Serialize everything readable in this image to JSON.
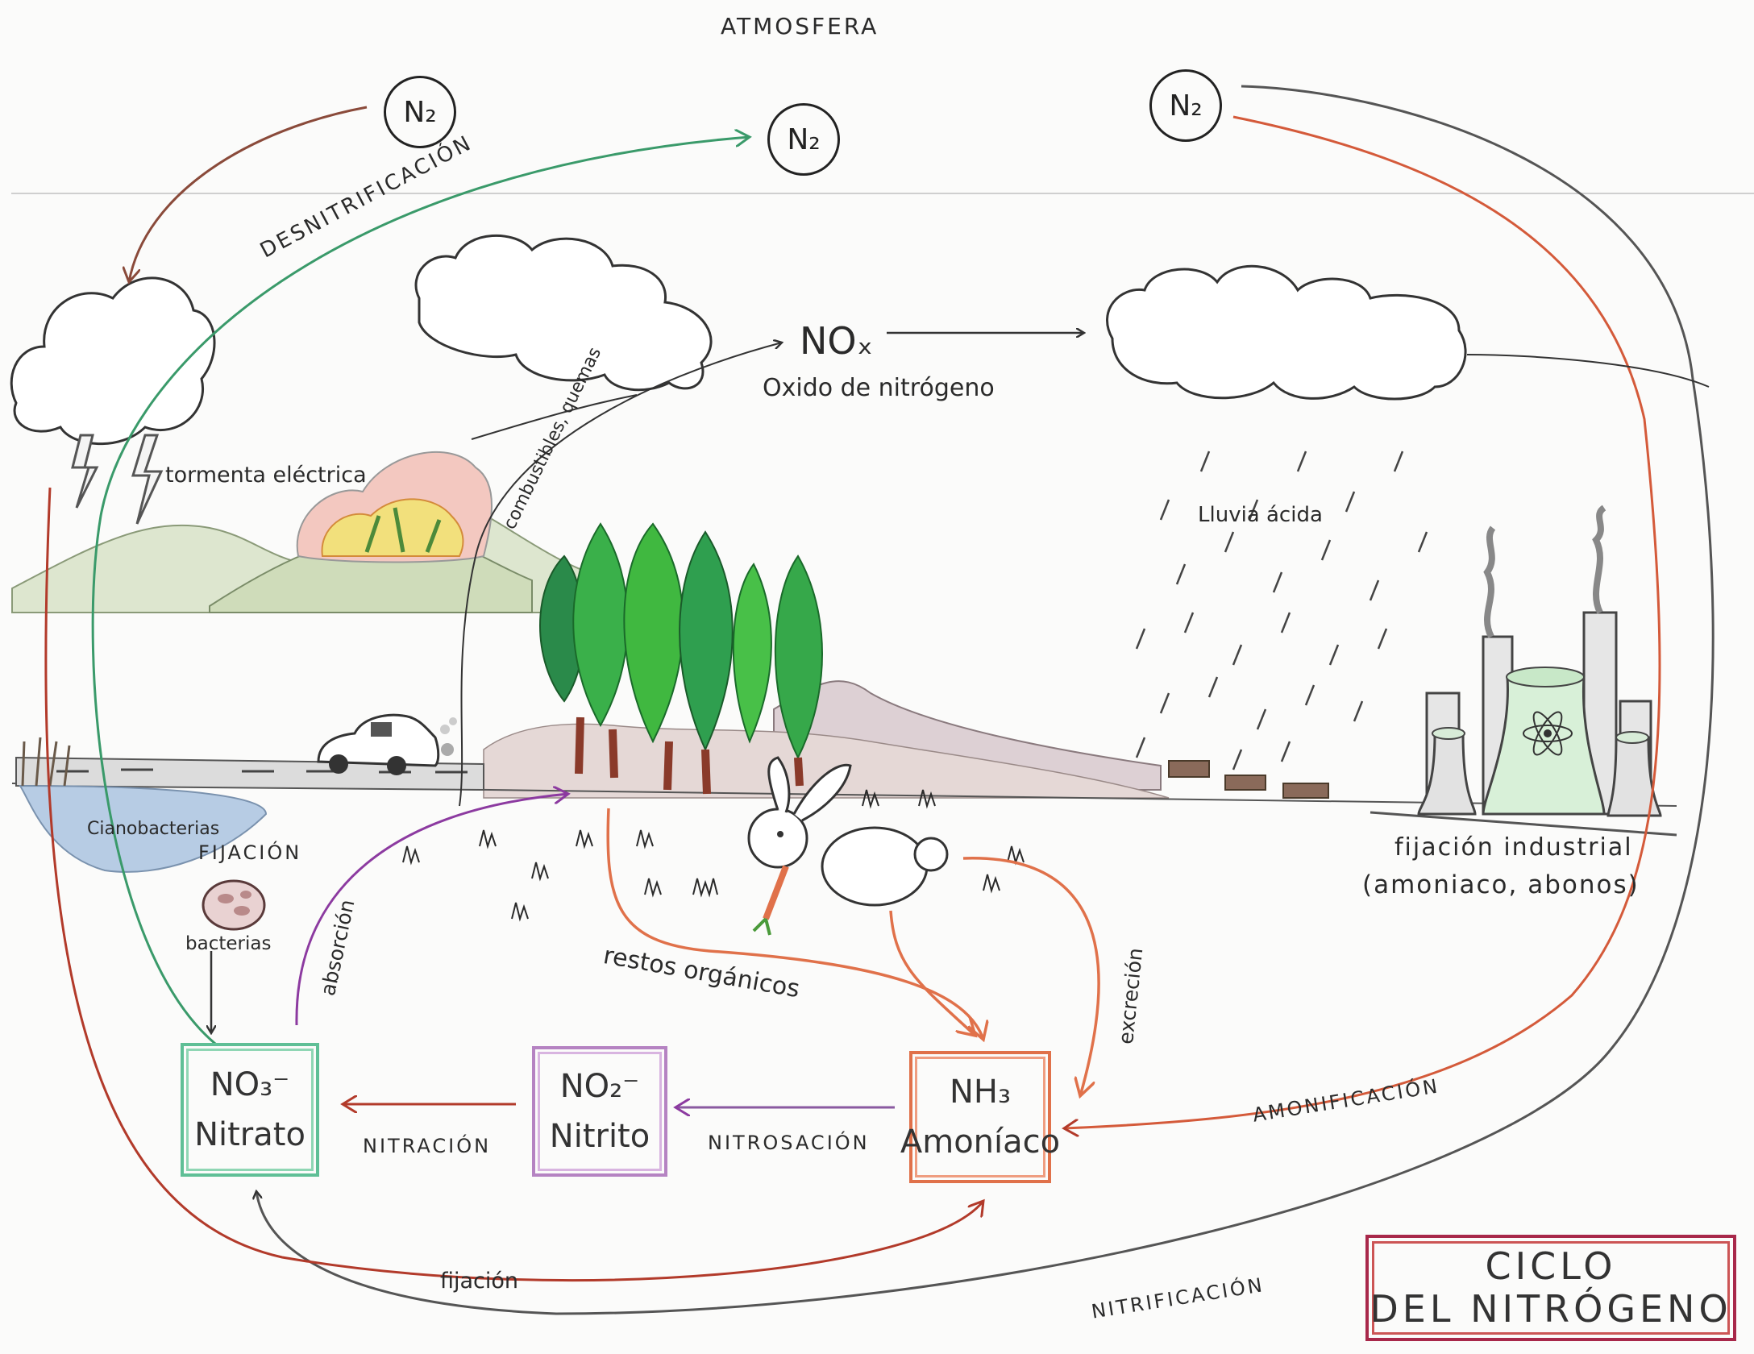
{
  "atmosphere_label": "ATMOSFERA",
  "n2_nodes": [
    {
      "formula": "N₂"
    },
    {
      "formula": "N₂"
    },
    {
      "formula": "N₂"
    }
  ],
  "nox": {
    "formula": "NOₓ",
    "name": "Oxido de nitrógeno"
  },
  "labels": {
    "desnitrificacion": "DESNITRIFICACIÓN",
    "tormenta": "tormenta eléctrica",
    "combustibles": "combustibles, quemas",
    "lluvia": "Lluvia ácida",
    "cianobacterias": "Cianobacterias",
    "fijacion_upper": "FIJACIÓN",
    "bacterias": "bacterias",
    "absorcion": "absorción",
    "restos": "restos orgánicos",
    "excrecion": "excreción",
    "industrial_1": "fijación industrial",
    "industrial_2": "(amoniaco, abonos)",
    "amonificacion": "AMONIFICACIÓN",
    "nitracion": "NITRACIÓN",
    "nitrosacion": "NITROSACIÓN",
    "fijacion_lower": "fijación",
    "nitrificacion": "NITRIFICACIÓN"
  },
  "compounds": {
    "nitrato": {
      "formula": "NO₃⁻",
      "name": "Nitrato",
      "color": "#5fbf96"
    },
    "nitrito": {
      "formula": "NO₂⁻",
      "name": "Nitrito",
      "color": "#b583c2"
    },
    "amoniaco": {
      "formula": "NH₃",
      "name": "Amoníaco",
      "color": "#e0714a"
    }
  },
  "title": {
    "line1": "CICLO",
    "line2": "DEL NITRÓGENO",
    "color": "#a8284a"
  }
}
